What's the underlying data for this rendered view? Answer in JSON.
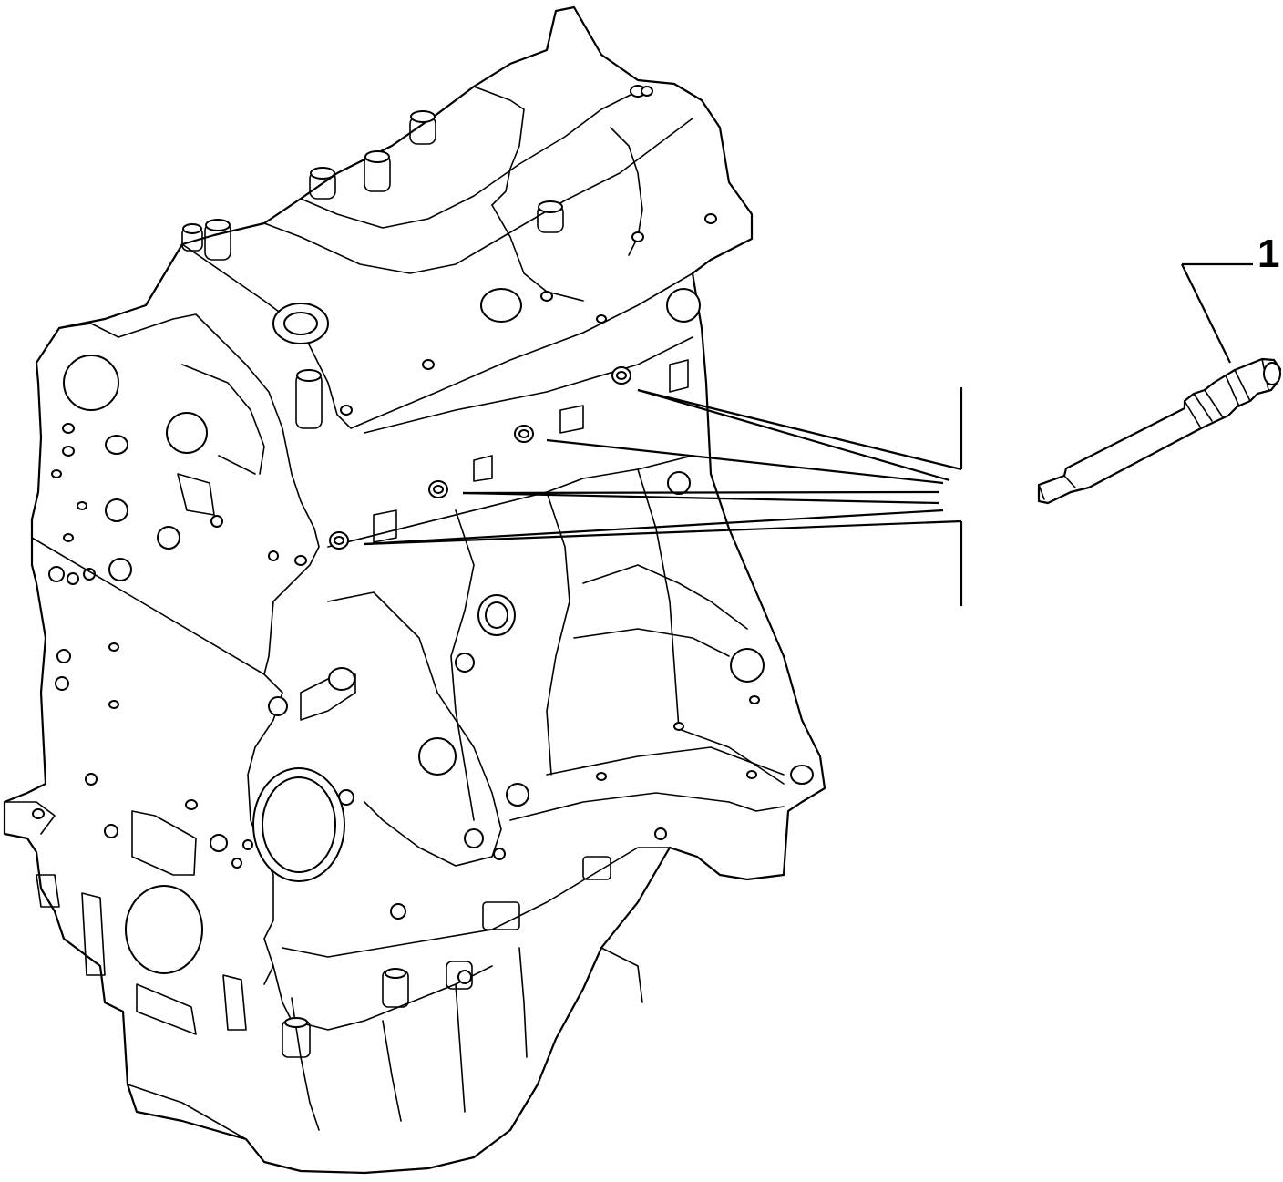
{
  "callouts": [
    {
      "label": "1"
    }
  ],
  "colors": {
    "background": "#ffffff",
    "line": "#000000"
  },
  "icons": [
    "engine-block-drawing",
    "glow-plug-part-drawing"
  ]
}
